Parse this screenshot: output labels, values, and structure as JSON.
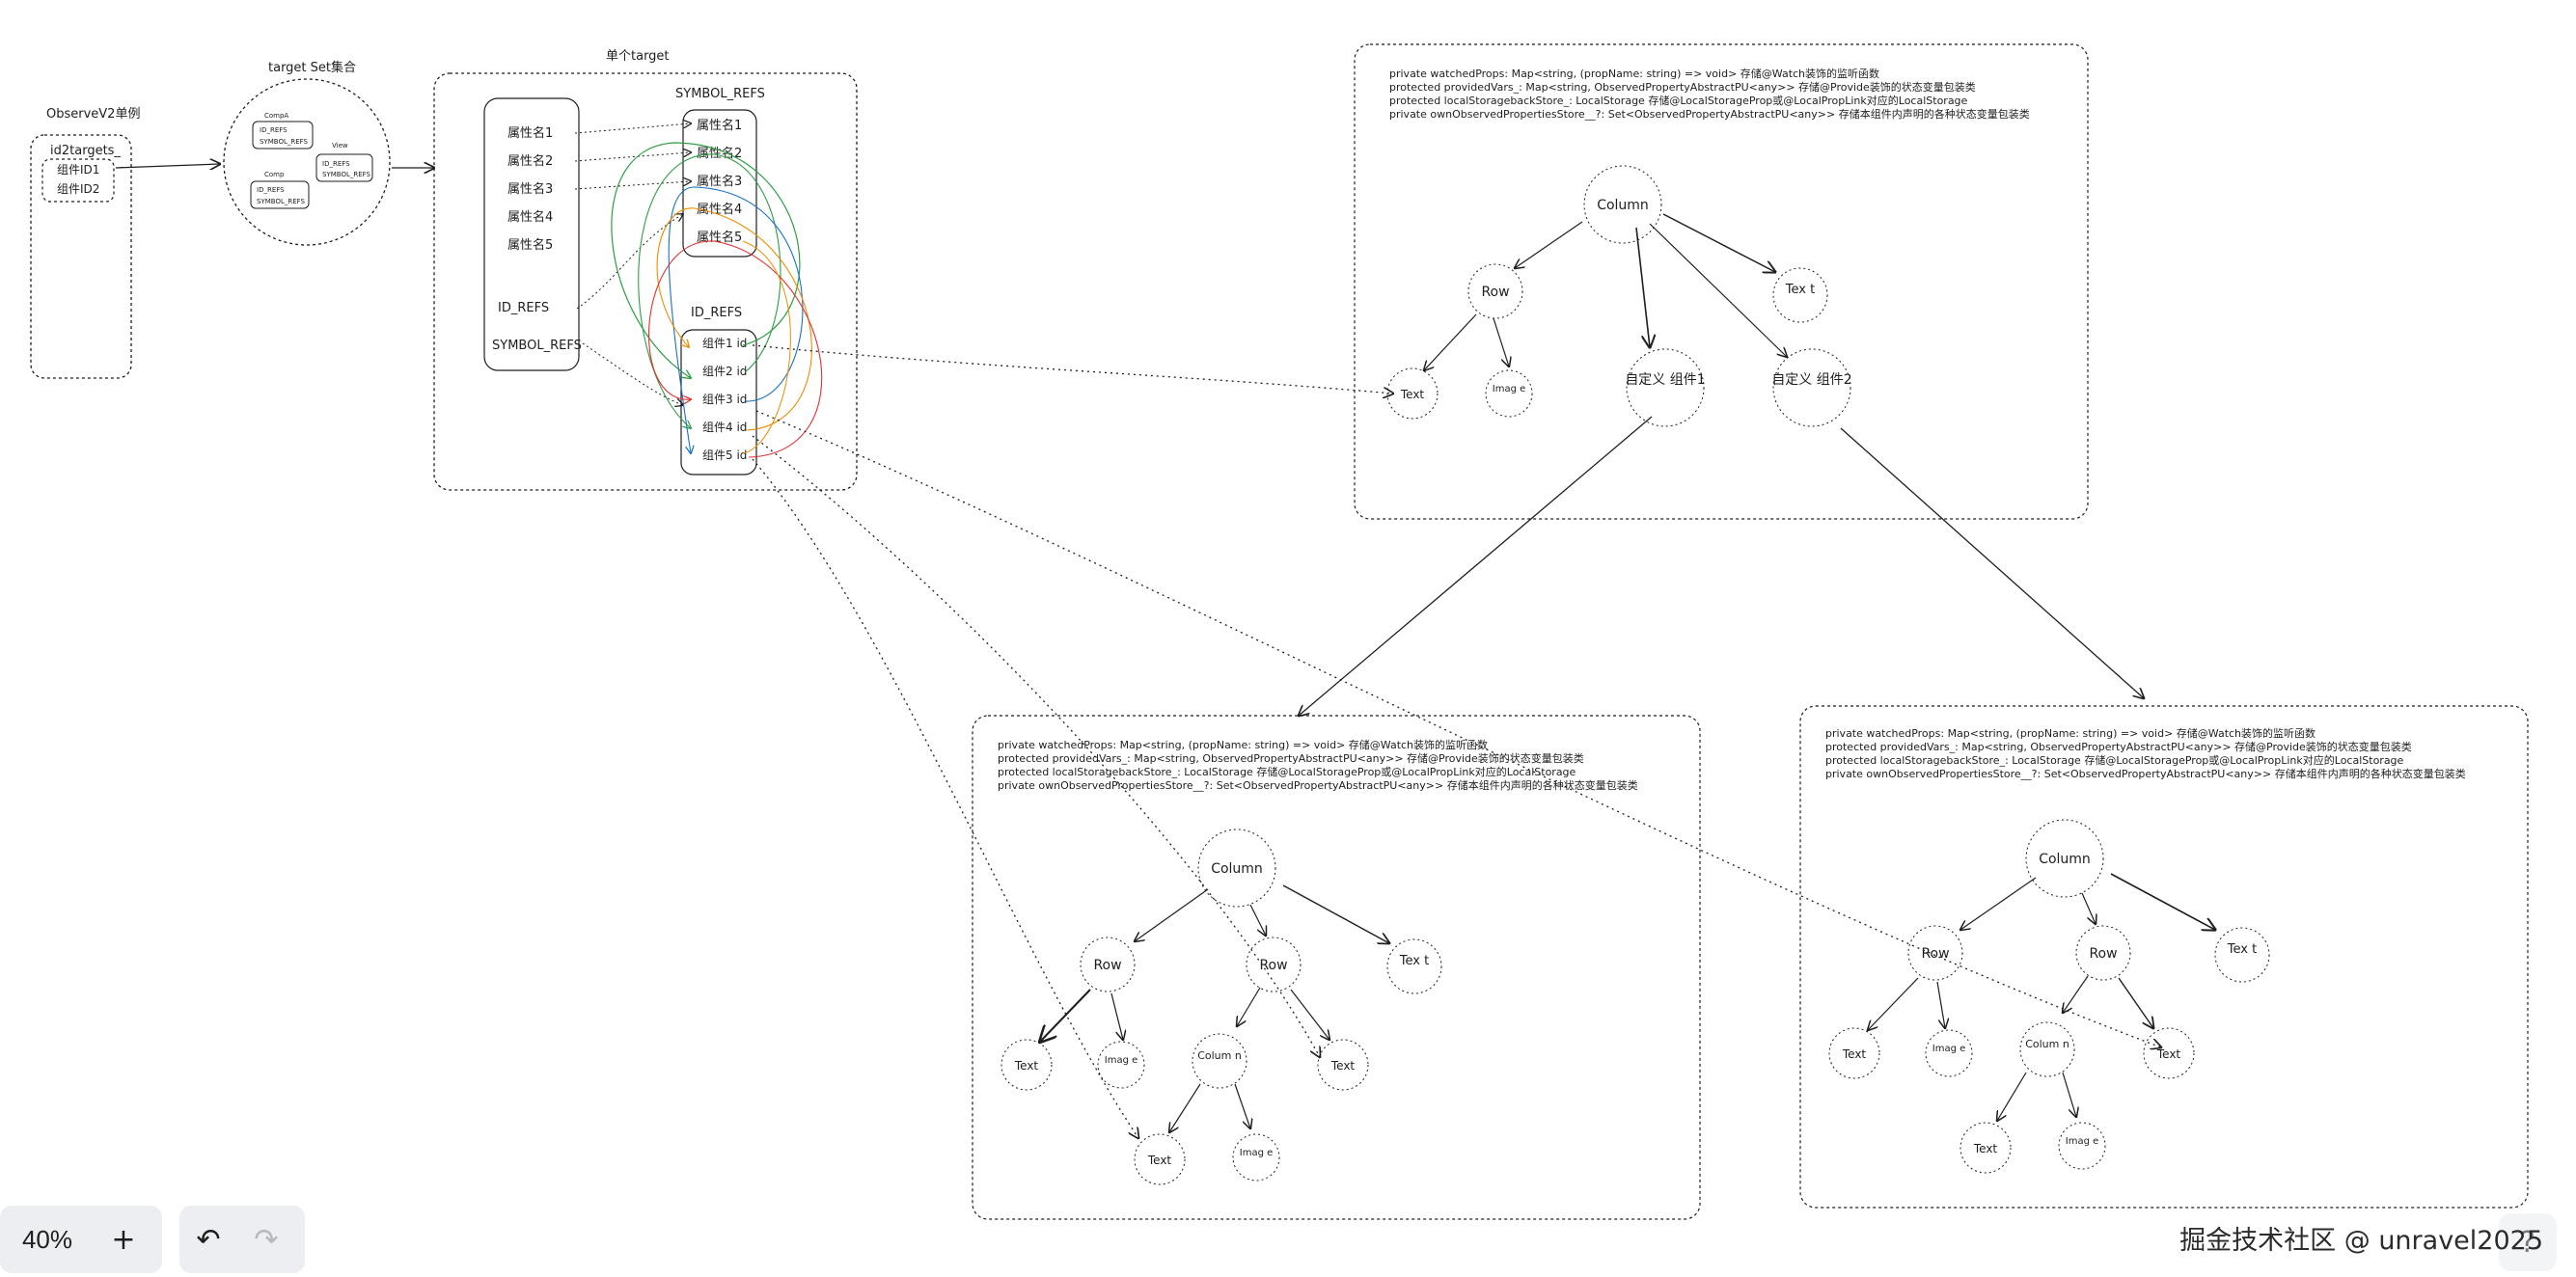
{
  "canvas": {
    "observer": {
      "title": "ObserveV2单例",
      "map_name": "id2targets_",
      "items": [
        "组件ID1",
        "组件ID2"
      ]
    },
    "target_set": {
      "title": "target Set集合",
      "groups": [
        {
          "name": "CompA",
          "refs": [
            "ID_REFS",
            "SYMBOL_REFS"
          ]
        },
        {
          "name": "View",
          "refs": [
            "ID_REFS",
            "SYMBOL_REFS"
          ]
        },
        {
          "name": "Comp",
          "refs": [
            "ID_REFS",
            "SYMBOL_REFS"
          ]
        }
      ]
    },
    "single_target": {
      "title": "单个target",
      "props": [
        "属性名1",
        "属性名2",
        "属性名3",
        "属性名4",
        "属性名5"
      ],
      "id_refs_label": "ID_REFS",
      "symbol_refs_label": "SYMBOL_REFS",
      "symbol_refs_header": "SYMBOL_REFS",
      "symbol_refs_items": [
        "属性名1",
        "属性名2",
        "属性名3",
        "属性名4",
        "属性名5"
      ],
      "id_refs_header": "ID_REFS",
      "id_refs_items": [
        "组件1 id",
        "组件2 id",
        "组件3 id",
        "组件4 id",
        "组件5 id"
      ]
    },
    "component_code": [
      "private watchedProps: Map<string, (propName: string) => void>  存储@Watch装饰的监听函数",
      "protected providedVars_: Map<string, ObservedPropertyAbstractPU<any>> 存储@Provide装饰的状态变量包装类",
      "protected localStoragebackStore_: LocalStorage 存储@LocalStorageProp或@LocalPropLink对应的LocalStorage",
      "private ownObservedPropertiesStore__?: Set<ObservedPropertyAbstractPU<any>> 存储本组件内声明的各种状态变量包装类"
    ],
    "tree_a": {
      "column": "Column",
      "row": "Row",
      "text_top": "Tex t",
      "text": "Text",
      "image": "Imag e",
      "custom1": "自定义 组件1",
      "custom2": "自定义 组件2"
    },
    "tree_b": {
      "column": "Column",
      "row1": "Row",
      "row2": "Row",
      "text_top": "Tex t",
      "text1": "Text",
      "image1": "Imag e",
      "column2": "Colum n",
      "text2": "Text",
      "text3": "Text",
      "image2": "Imag e"
    },
    "tree_c": {
      "column": "Column",
      "row1": "Row",
      "row2": "Row",
      "text_top": "Tex t",
      "text1": "Text",
      "image1": "Imag e",
      "column2": "Colum n",
      "text2": "Text",
      "text3": "Text",
      "image2": "Imag e"
    }
  },
  "toolbar": {
    "zoom": "40%",
    "zoom_in": "+",
    "undo": "↶",
    "redo": "↷"
  },
  "watermark": "掘金技术社区 @ unravel2025",
  "colors": {
    "stroke": "#1e1e1e",
    "green": "#2f9e44",
    "red": "#e03131",
    "blue": "#1971c2",
    "orange": "#f08c00",
    "toolbar_bg": "#eceef1"
  }
}
